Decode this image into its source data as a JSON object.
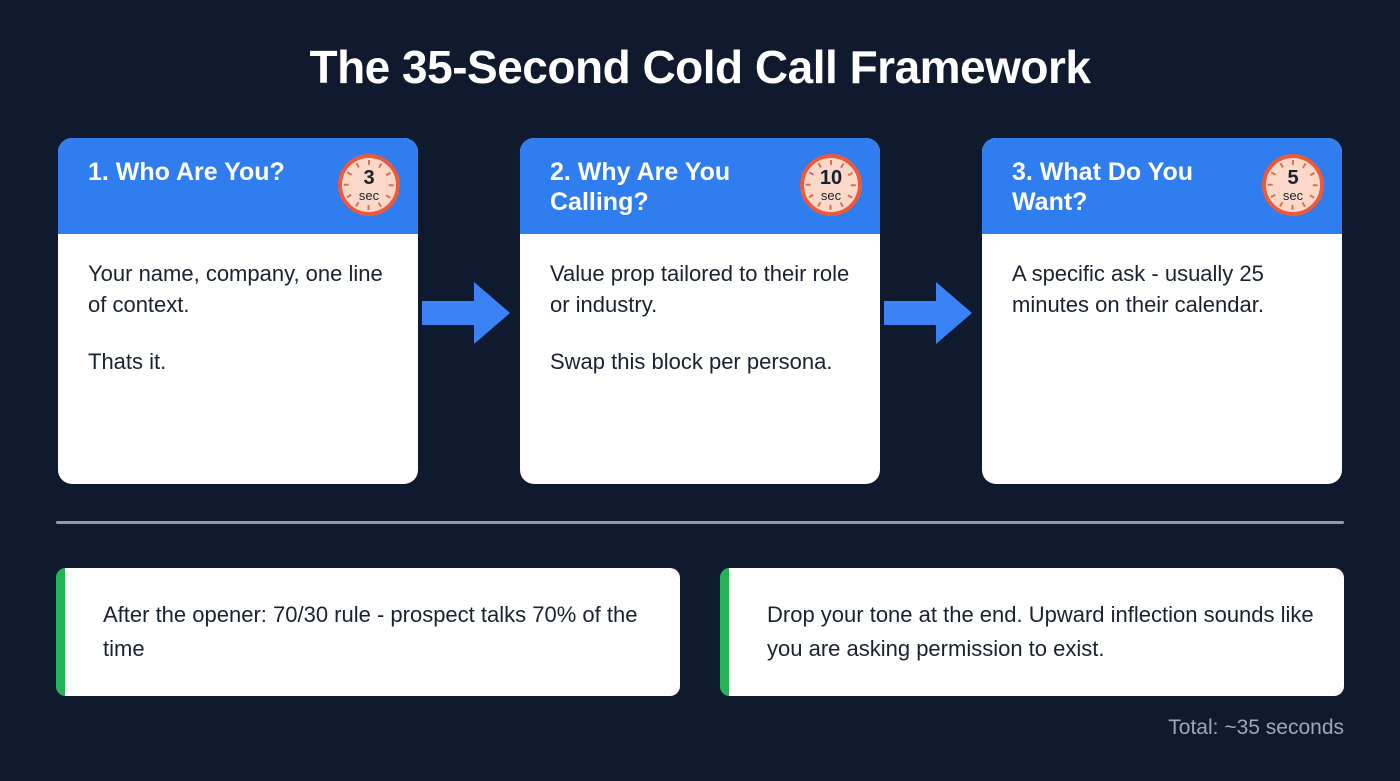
{
  "title": "The 35-Second Cold Call Framework",
  "colors": {
    "background": "#101a2e",
    "card_header_blue": "#2f7def",
    "card_body_white": "#ffffff",
    "arrow_blue": "#3b82f6",
    "clock_fill": "#fbd9c8",
    "clock_ring": "#ea5a3d",
    "tip_accent_green": "#22b455",
    "divider": "#8b9bb4",
    "footer_text": "#9aa8bd"
  },
  "steps": [
    {
      "title": "1. Who Are You?",
      "timer_value": "3",
      "timer_unit": "sec",
      "body": [
        "Your name, company, one line of context.",
        "Thats it."
      ]
    },
    {
      "title": "2. Why Are You Calling?",
      "timer_value": "10",
      "timer_unit": "sec",
      "body": [
        "Value prop tailored to their role or industry.",
        "Swap this block per persona."
      ]
    },
    {
      "title": "3. What Do You Want?",
      "timer_value": "5",
      "timer_unit": "sec",
      "body": [
        "A specific ask - usually 25 minutes on their calendar.",
        ""
      ]
    }
  ],
  "tips": [
    {
      "text": "After the opener: 70/30 rule - prospect talks 70% of the time"
    },
    {
      "text": "Drop your tone at the end. Upward inflection sounds like you are asking permission to exist."
    }
  ],
  "footer": "Total: ~35 seconds"
}
